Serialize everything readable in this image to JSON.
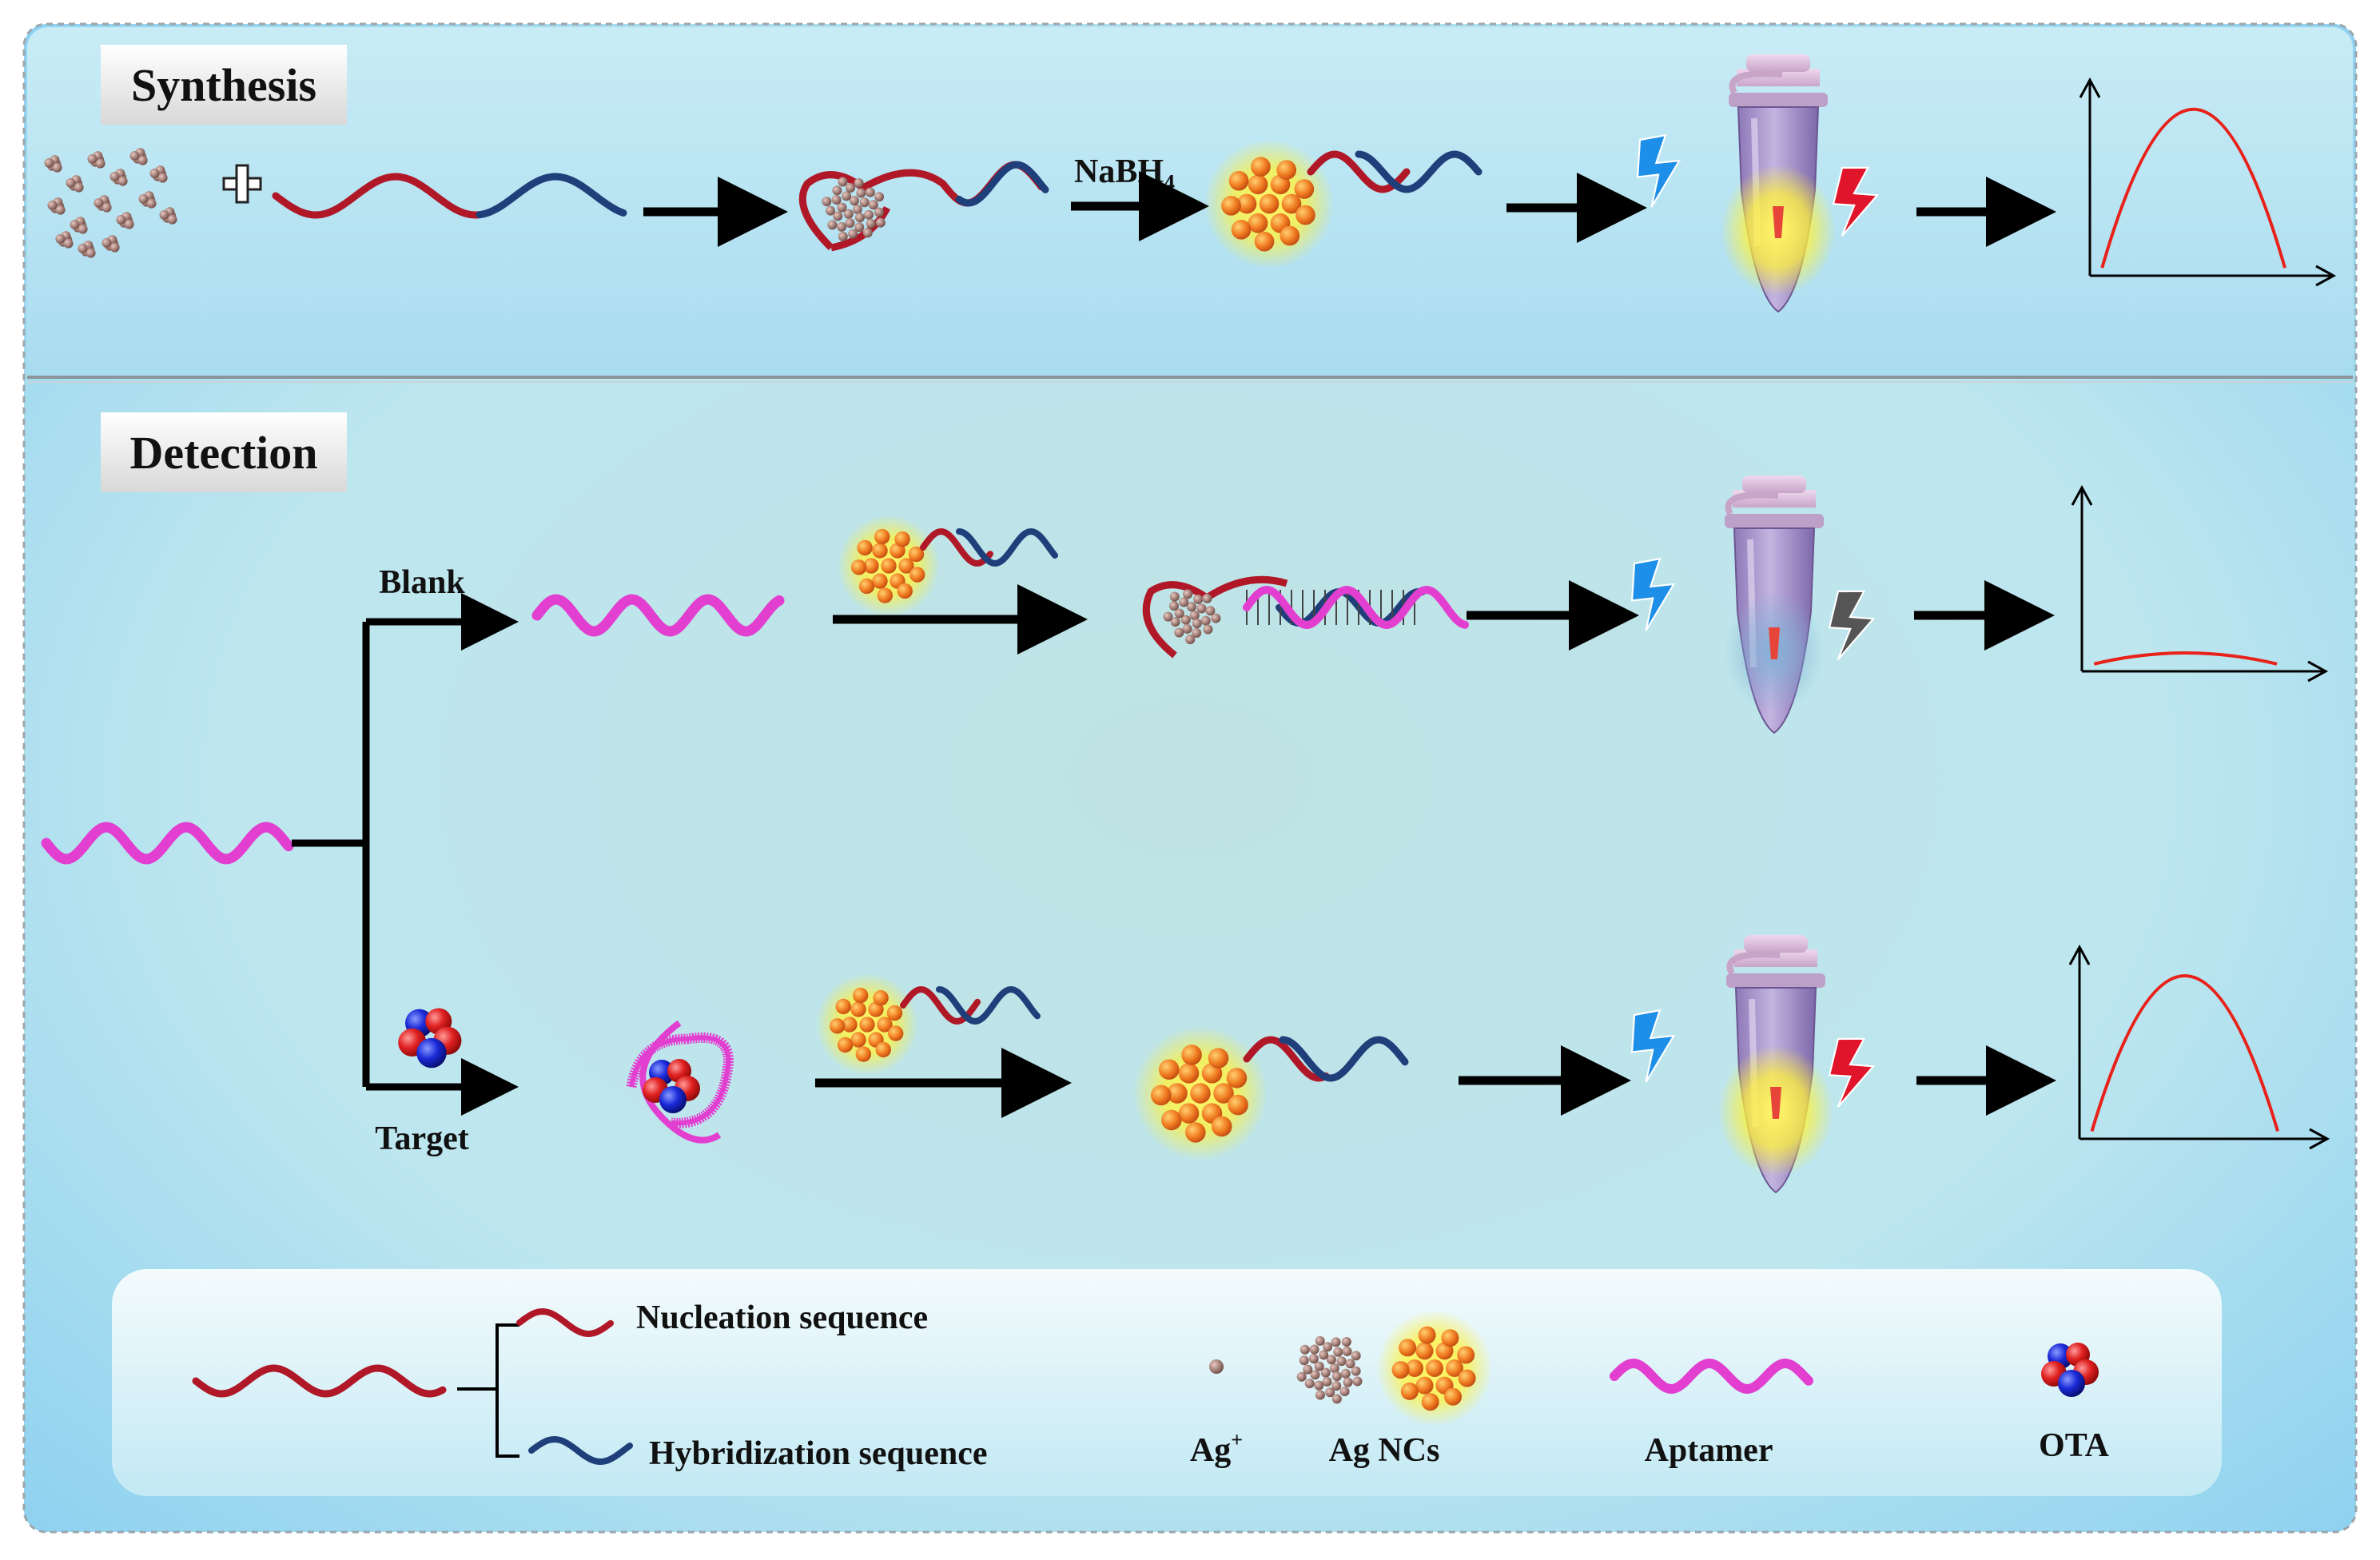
{
  "sections": {
    "synthesis": "Synthesis",
    "detection": "Detection"
  },
  "reagent": {
    "base": "NaBH",
    "sub": "4"
  },
  "branches": {
    "blank": "Blank",
    "target": "Target"
  },
  "legend": {
    "nucleation": "Nucleation sequence",
    "hybridization": "Hybridization sequence",
    "ag_ion": "Ag",
    "ag_ion_sup": "+",
    "ag_ncs": "Ag NCs",
    "aptamer": "Aptamer",
    "ota": "OTA"
  },
  "colors": {
    "nucleation": "#b01828",
    "hybridization": "#1f3f7a",
    "aptamer": "#e23fd0",
    "curve": "#e8221a",
    "bolt_excite": "#1e8fe8",
    "bolt_emit": "#e0142a",
    "bolt_off": "#555555",
    "glow": "#fff23a"
  },
  "icons": {
    "excite": "blue-lightning-icon",
    "emit_on": "red-lightning-icon",
    "emit_off": "gray-lightning-icon",
    "tube": "eppendorf-tube-icon",
    "ota": "ota-molecule-icon",
    "plus": "plus-icon"
  },
  "signal_levels": {
    "synthesis": 0.85,
    "blank": 0.1,
    "target": 0.85
  }
}
